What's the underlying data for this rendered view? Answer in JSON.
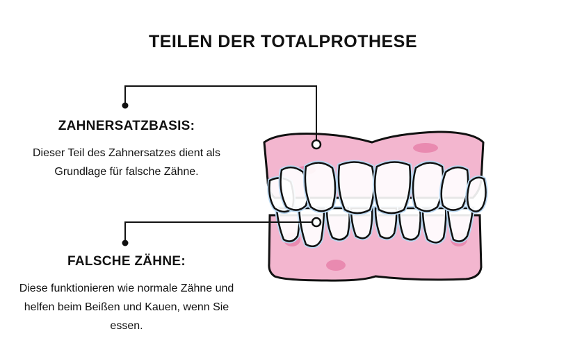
{
  "title": "TEILEN DER TOTALPROTHESE",
  "callouts": [
    {
      "heading": "ZAHNERSATZBASIS:",
      "description": "Dieser Teil des Zahnersatzes dient als Grundlage für falsche Zähne."
    },
    {
      "heading": "FALSCHE ZÄHNE:",
      "description": "Diese funktionieren wie normale Zähne und helfen beim Beißen und Kauen, wenn Sie essen."
    }
  ],
  "colors": {
    "gum": "#f3b6cf",
    "gum_shade": "#e98ab0",
    "tooth": "#ffffff",
    "tooth_shadow": "#bcd9f2",
    "outline": "#111111"
  }
}
